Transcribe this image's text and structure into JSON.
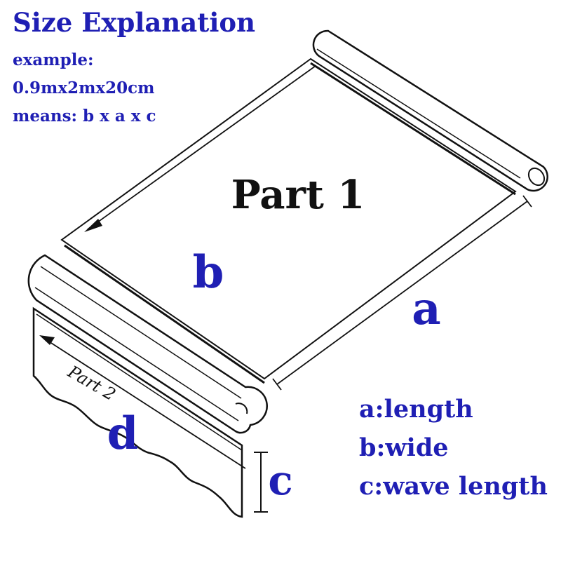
{
  "header": {
    "title": "Size Explanation",
    "example_label": "example:",
    "example_value": "0.9mx2mx20cm",
    "means": "means: b x a x c"
  },
  "diagram": {
    "part1_label": "Part 1",
    "part2_label": "Part 2",
    "dimension_labels": {
      "a": "a",
      "b": "b",
      "c": "c",
      "d": "d"
    }
  },
  "legend": {
    "a": "a:length",
    "b": "b:wide",
    "c": "c:wave length"
  },
  "colors": {
    "accent_blue": "#1f1fb4",
    "line_black": "#111111"
  }
}
